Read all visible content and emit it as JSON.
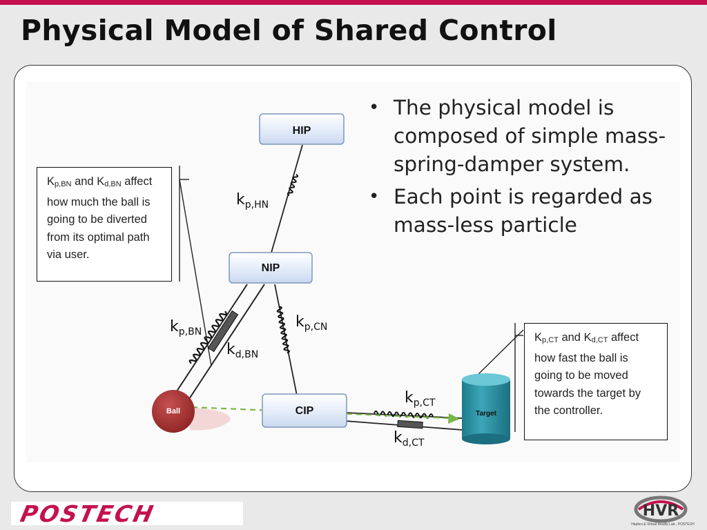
{
  "slide": {
    "title": "Physical Model of Shared Control"
  },
  "diagram": {
    "nodes": {
      "hip": "HIP",
      "nip": "NIP",
      "cip": "CIP",
      "ball": "Ball",
      "target": "Target"
    },
    "springs": {
      "hn": {
        "main": "k",
        "sub": "p,HN"
      },
      "bn": {
        "main": "k",
        "sub": "p,BN"
      },
      "cn": {
        "main": "k",
        "sub": "p,CN"
      },
      "ct": {
        "main": "k",
        "sub": "p,CT"
      }
    },
    "dampers": {
      "bn": {
        "main": "k",
        "sub": "d,BN"
      },
      "ct": {
        "main": "k",
        "sub": "d,CT"
      }
    },
    "note_left": {
      "k1": "K",
      "k1_sub": "p,BN",
      "and": " and ",
      "k2": "K",
      "k2_sub": "d,BN",
      "text": " affect how much the ball is going to be diverted from its optimal path via user."
    },
    "note_right": {
      "k1": "K",
      "k1_sub": "p,CT",
      "and": " and ",
      "k2": "K",
      "k2_sub": "d,CT",
      "text": " affect how fast the ball is going to be moved towards the target by the controller."
    }
  },
  "bullets": [
    {
      "symbol": "•",
      "text": "The physical model is composed of simple mass-spring-damper system."
    },
    {
      "symbol": "•",
      "text": "Each point is regarded as mass-less particle"
    }
  ],
  "footer": {
    "postech_logo": "POSTECH",
    "hvr_logo": "HVR",
    "hvr_caption": "Haptics & Virtual Reality Lab., POSTECH"
  },
  "colors": {
    "accent": "#c4104f",
    "node_fill": "#dde8f6",
    "ball": "#b03535",
    "target": "#2a8fa0",
    "arrow": "#7ab648"
  }
}
